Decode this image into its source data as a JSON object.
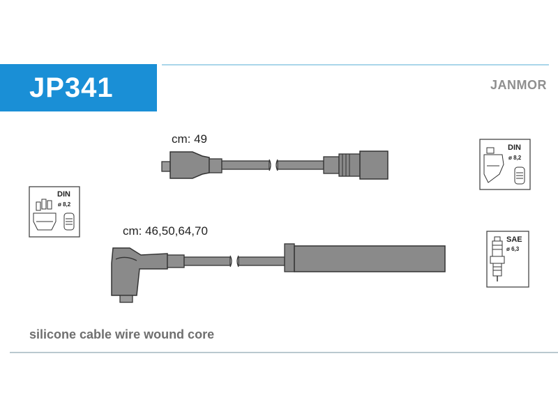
{
  "header": {
    "product_code": "JP341",
    "brand": "JANMOR"
  },
  "wires": [
    {
      "length_label": "cm: 49"
    },
    {
      "length_label": "cm: 46,50,64,70"
    }
  ],
  "badges": {
    "distributor_left": {
      "standard": "DIN",
      "diameter": "ø 8,2"
    },
    "distributor_right": {
      "standard": "DIN",
      "diameter": "ø 8,2"
    },
    "spark_plug": {
      "standard": "SAE",
      "diameter": "ø 6,3"
    }
  },
  "footer": {
    "description": "silicone cable wire wound core"
  },
  "colors": {
    "header_blue": "#1a8fd6",
    "connector_gray": "#8a8a8a",
    "outline": "#333333"
  }
}
